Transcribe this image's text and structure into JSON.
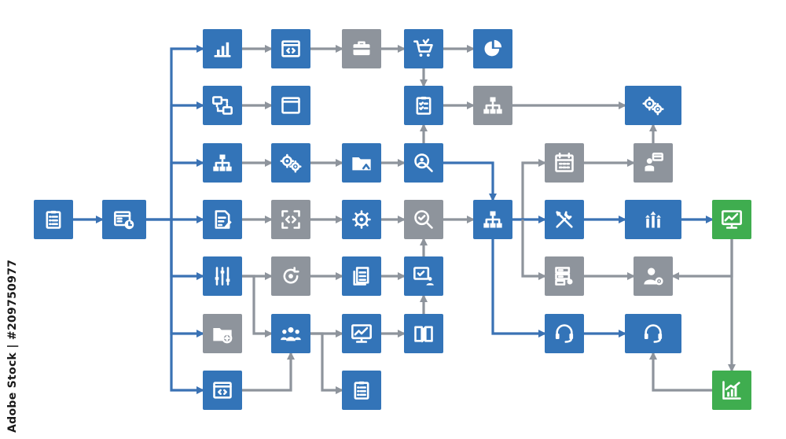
{
  "credit": "Adobe Stock | #209750977",
  "colors": {
    "blue": "#3374b8",
    "gray": "#8e949c",
    "green": "#3fad4f",
    "edge_blue": "#3a72b4",
    "edge_gray": "#8e949c"
  },
  "nodes": [
    {
      "id": "start-checklist",
      "icon": "checklist-icon",
      "color": "blue"
    },
    {
      "id": "schedule",
      "icon": "calendar-clock-icon",
      "color": "blue"
    },
    {
      "id": "bar-chart",
      "icon": "bar-chart-icon",
      "color": "blue"
    },
    {
      "id": "code-window",
      "icon": "code-window-icon",
      "color": "blue"
    },
    {
      "id": "briefcase",
      "icon": "briefcase-icon",
      "color": "gray"
    },
    {
      "id": "shopping-cart",
      "icon": "shopping-cart-icon",
      "color": "blue"
    },
    {
      "id": "pie-chart",
      "icon": "pie-chart-icon",
      "color": "blue"
    },
    {
      "id": "network-monitors",
      "icon": "network-monitors-icon",
      "color": "blue"
    },
    {
      "id": "browser-window",
      "icon": "browser-window-icon",
      "color": "blue"
    },
    {
      "id": "clipboard",
      "icon": "clipboard-icon",
      "color": "blue"
    },
    {
      "id": "hierarchy-gray",
      "icon": "hierarchy-icon",
      "color": "gray"
    },
    {
      "id": "gears-top",
      "icon": "gears-icon",
      "color": "blue"
    },
    {
      "id": "hierarchy-left",
      "icon": "hierarchy-icon",
      "color": "blue"
    },
    {
      "id": "gears-mid",
      "icon": "gears-icon",
      "color": "blue"
    },
    {
      "id": "folder-hand",
      "icon": "folder-share-icon",
      "color": "blue"
    },
    {
      "id": "search-person",
      "icon": "search-user-icon",
      "color": "blue"
    },
    {
      "id": "calendar",
      "icon": "calendar-icon",
      "color": "gray"
    },
    {
      "id": "support-chat",
      "icon": "support-chat-icon",
      "color": "gray"
    },
    {
      "id": "document-edit",
      "icon": "document-edit-icon",
      "color": "blue"
    },
    {
      "id": "code-scan",
      "icon": "code-scan-icon",
      "color": "gray"
    },
    {
      "id": "gear-cycle",
      "icon": "gear-cycle-icon",
      "color": "blue"
    },
    {
      "id": "search-check",
      "icon": "search-check-icon",
      "color": "gray"
    },
    {
      "id": "hierarchy-center",
      "icon": "hierarchy-icon",
      "color": "blue"
    },
    {
      "id": "tools",
      "icon": "tools-icon",
      "color": "blue"
    },
    {
      "id": "team-growth",
      "icon": "team-growth-icon",
      "color": "blue"
    },
    {
      "id": "monitor-chart",
      "icon": "monitor-chart-icon",
      "color": "green"
    },
    {
      "id": "sliders",
      "icon": "sliders-icon",
      "color": "blue"
    },
    {
      "id": "gear-refresh",
      "icon": "gear-refresh-icon",
      "color": "gray"
    },
    {
      "id": "documents",
      "icon": "documents-icon",
      "color": "blue"
    },
    {
      "id": "screen-task",
      "icon": "screen-task-icon",
      "color": "blue"
    },
    {
      "id": "server-settings",
      "icon": "server-settings-icon",
      "color": "gray"
    },
    {
      "id": "user-settings",
      "icon": "user-settings-icon",
      "color": "gray"
    },
    {
      "id": "folder-add",
      "icon": "folder-add-icon",
      "color": "gray"
    },
    {
      "id": "team",
      "icon": "team-icon",
      "color": "blue"
    },
    {
      "id": "presentation",
      "icon": "presentation-icon",
      "color": "blue"
    },
    {
      "id": "book",
      "icon": "book-icon",
      "color": "blue"
    },
    {
      "id": "headset-left",
      "icon": "headset-icon",
      "color": "blue"
    },
    {
      "id": "headset-right",
      "icon": "headset-icon",
      "color": "blue"
    },
    {
      "id": "code-bottom",
      "icon": "code-window-icon",
      "color": "blue"
    },
    {
      "id": "checklist-bottom",
      "icon": "checklist-icon",
      "color": "blue"
    },
    {
      "id": "growth-chart",
      "icon": "growth-chart-icon",
      "color": "green"
    }
  ],
  "edges": [
    {
      "from": "start-checklist",
      "to": "schedule",
      "color": "edge_blue"
    },
    {
      "from": "schedule",
      "to": "bar-chart",
      "color": "edge_blue"
    },
    {
      "from": "schedule",
      "to": "network-monitors",
      "color": "edge_blue"
    },
    {
      "from": "schedule",
      "to": "hierarchy-left",
      "color": "edge_blue"
    },
    {
      "from": "schedule",
      "to": "document-edit",
      "color": "edge_blue"
    },
    {
      "from": "schedule",
      "to": "sliders",
      "color": "edge_blue"
    },
    {
      "from": "schedule",
      "to": "folder-add",
      "color": "edge_blue"
    },
    {
      "from": "schedule",
      "to": "code-bottom",
      "color": "edge_blue"
    },
    {
      "from": "bar-chart",
      "to": "code-window",
      "color": "edge_gray"
    },
    {
      "from": "code-window",
      "to": "briefcase",
      "color": "edge_gray"
    },
    {
      "from": "briefcase",
      "to": "shopping-cart",
      "color": "edge_gray"
    },
    {
      "from": "shopping-cart",
      "to": "pie-chart",
      "color": "edge_gray"
    },
    {
      "from": "shopping-cart",
      "to": "clipboard",
      "color": "edge_gray"
    },
    {
      "from": "network-monitors",
      "to": "browser-window",
      "color": "edge_gray"
    },
    {
      "from": "clipboard",
      "to": "hierarchy-gray",
      "color": "edge_gray"
    },
    {
      "from": "hierarchy-gray",
      "to": "gears-top",
      "color": "edge_gray"
    },
    {
      "from": "hierarchy-left",
      "to": "gears-mid",
      "color": "edge_gray"
    },
    {
      "from": "gears-mid",
      "to": "folder-hand",
      "color": "edge_gray"
    },
    {
      "from": "folder-hand",
      "to": "search-person",
      "color": "edge_gray"
    },
    {
      "from": "search-person",
      "to": "clipboard",
      "color": "edge_gray"
    },
    {
      "from": "search-person",
      "to": "hierarchy-center",
      "color": "edge_blue"
    },
    {
      "from": "document-edit",
      "to": "code-scan",
      "color": "edge_gray"
    },
    {
      "from": "code-scan",
      "to": "gear-cycle",
      "color": "edge_gray"
    },
    {
      "from": "gear-cycle",
      "to": "search-check",
      "color": "edge_gray"
    },
    {
      "from": "search-check",
      "to": "hierarchy-center",
      "color": "edge_gray"
    },
    {
      "from": "hierarchy-center",
      "to": "calendar",
      "color": "edge_gray"
    },
    {
      "from": "hierarchy-center",
      "to": "tools",
      "color": "edge_blue"
    },
    {
      "from": "hierarchy-center",
      "to": "server-settings",
      "color": "edge_gray"
    },
    {
      "from": "hierarchy-center",
      "to": "headset-left",
      "color": "edge_blue"
    },
    {
      "from": "calendar",
      "to": "support-chat",
      "color": "edge_gray"
    },
    {
      "from": "support-chat",
      "to": "gears-top",
      "color": "edge_gray"
    },
    {
      "from": "tools",
      "to": "team-growth",
      "color": "edge_blue"
    },
    {
      "from": "team-growth",
      "to": "monitor-chart",
      "color": "edge_blue"
    },
    {
      "from": "monitor-chart",
      "to": "user-settings",
      "color": "edge_gray"
    },
    {
      "from": "monitor-chart",
      "to": "growth-chart",
      "color": "edge_gray"
    },
    {
      "from": "server-settings",
      "to": "user-settings",
      "color": "edge_gray"
    },
    {
      "from": "headset-left",
      "to": "headset-right",
      "color": "edge_blue"
    },
    {
      "from": "growth-chart",
      "to": "headset-right",
      "color": "edge_gray"
    },
    {
      "from": "sliders",
      "to": "gear-refresh",
      "color": "edge_gray"
    },
    {
      "from": "gear-refresh",
      "to": "documents",
      "color": "edge_gray"
    },
    {
      "from": "documents",
      "to": "screen-task",
      "color": "edge_gray"
    },
    {
      "from": "screen-task",
      "to": "search-check",
      "color": "edge_gray"
    },
    {
      "from": "sliders",
      "to": "team",
      "color": "edge_gray"
    },
    {
      "from": "team",
      "to": "presentation",
      "color": "edge_gray"
    },
    {
      "from": "presentation",
      "to": "book",
      "color": "edge_gray"
    },
    {
      "from": "book",
      "to": "screen-task",
      "color": "edge_gray"
    },
    {
      "from": "team",
      "to": "checklist-bottom",
      "color": "edge_gray"
    },
    {
      "from": "code-bottom",
      "to": "team",
      "color": "edge_gray"
    }
  ]
}
